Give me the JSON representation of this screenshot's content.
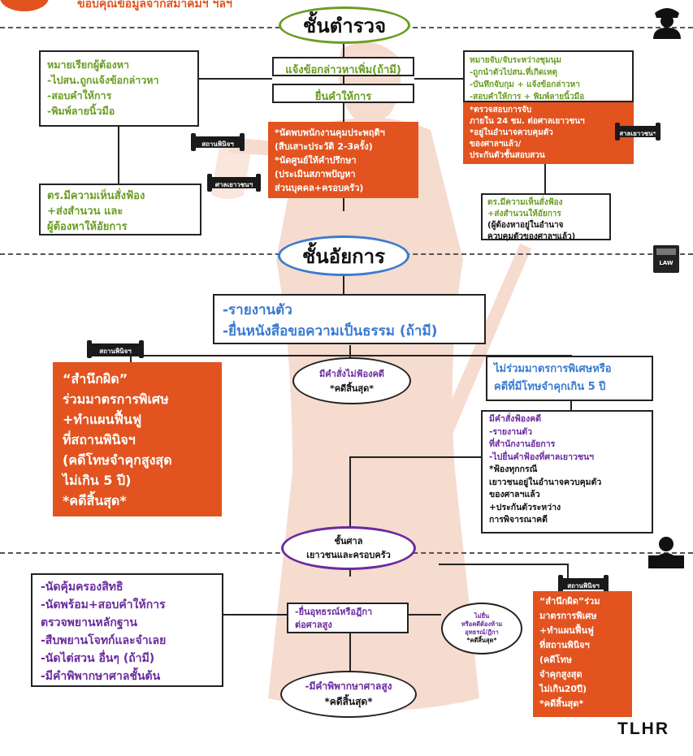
{
  "header": {
    "partial_text": "ขอบคุณข้อมูลจากสมาคมฯ ฯลฯ"
  },
  "police": {
    "title": "ชั้นตำรวจ",
    "summons_box": "หมายเรียกผู้ต้องหา\n-ไปสน.ถูกแจ้งข้อกล่าวหา\n-สอบคำให้การ\n-พิมพ์ลายนิ้วมือ",
    "notify_box": "แจ้งข้อกล่าวหาเพิ่ม(ถ้ามี)",
    "statement_box": "ยื่นคำให้การ",
    "arrest_box": "หมายจับ/จับระหว่างชุมนุม\n-ถูกนำตัวไปสน.ที่เกิดเหตุ\n-บันทึกจับกุม + แจ้งข้อกล่าวหา\n-สอบคำให้การ + พิมพ์ลายนิ้วมือ",
    "arrest_orange": "*ตรวจสอบการจับ\nภายใน 24 ชม. ต่อศาลเยาวชนฯ\n*อยู่ในอำนาจควบคุมตัว\nของศาลฯแล้ว/\nประกันตัวชั้นสอบสวน",
    "probation_orange": "*นัดพบพนักงานคุมประพฤติฯ\n(สืบเสาะประวัติ 2-3ครั้ง)\n*นัดศูนย์ให้คำปรึกษา\n(ประเมินสภาพปัญหา\nส่วนบุคคล+ครอบครัว)",
    "sendcase_left": "ตร.มีความเห็นสั่งฟ้อง\n+ส่งสำนวน และ\nผู้ต้องหาให้อัยการ",
    "sendcase_right_green": "ตร.มีความเห็นสั่งฟ้อง\n+ส่งสำนวนให้อัยการ",
    "sendcase_right_black": "(ผู้ต้องหาอยู่ในอำนาจ\nควบคุมตัวของศาลฯแล้ว)",
    "tag_station": "สถานพินิจฯ",
    "tag_court": "ศาลเยาวชนฯ",
    "tag_court2": "ศาลเยาวชนฯ"
  },
  "prosecutor": {
    "title": "ชั้นอัยการ",
    "report_box": "-รายงานตัว\n-ยื่นหนังสือขอความเป็นธรรม (ถ้ามี)",
    "tag_station": "สถานพินิจฯ",
    "special_orange": "“สำนึกผิด”\nร่วมมาตรการพิเศษ\n+ทำแผนฟื้นฟู\nที่สถานพินิจฯ\n(คดีโทษจำคุกสูงสุด\nไม่เกิน 5 ปี)\n*คดีสิ้นสุด*",
    "no_prosecute_line1": "มีคำสั่งไม่ฟ้องคดี",
    "no_prosecute_line2": "*คดีสิ้นสุด*",
    "not_join_box": "ไม่ร่วมมาตรการพิเศษหรือ\nคดีที่มีโทษจำคุกเกิน 5 ปี",
    "prosecute_purple": "มีคำสั่งฟ้องคดี\n-รายงานตัว\nที่สำนักงานอัยการ\n-ไปยื่นคำฟ้องที่ศาลเยาวชนฯ",
    "prosecute_black": "*ฟ้องทุกกรณี\nเยาวชนอยู่ในอำนาจควบคุมตัว\nของศาลฯแล้ว\n+ประกันตัวระหว่าง\nการพิจารณาคดี"
  },
  "court": {
    "title": "ชั้นศาล\nเยาวชนและครอบครัว",
    "left_box": "-นัดคุ้มครองสิทธิ\n-นัดพร้อม+สอบคำให้การ\nตรวจพยานหลักฐาน\n-สืบพยานโจทก์และจำเลย\n-นัดไต่สวน อื่นๆ (ถ้ามี)\n-มีคำพิพากษาศาลชั้นต้น",
    "appeal_box": "-ยื่นอุทธรณ์หรือฎีกา\nต่อศาลสูง",
    "no_appeal_purple": "ไม่ยื่น\nหรือคดีต้องห้าม\nอุทธรณ์/ฎีกา",
    "no_appeal_black": "*คดีสิ้นสุด*",
    "high_court_line1": "-มีคำพิพากษาศาลสูง",
    "high_court_line2": "*คดีสิ้นสุด*",
    "tag_station": "สถานพินิจฯ",
    "special_orange": "“สำนึกผิด”ร่วม\nมาตรการพิเศษ\n+ทำแผนฟื้นฟู\nที่สถานพินิจฯ\n(คดีโทษ\nจำคุกสูงสุด\nไม่เกิน20ปี)\n*คดีสิ้นสุด*"
  },
  "logo": {
    "text": "TLHR"
  },
  "icons": {
    "police": "police-officer-icon",
    "law_book": "law-book-icon",
    "judge": "judge-icon",
    "statue": "lady-justice-icon"
  },
  "colors": {
    "orange": "#e2531f",
    "green": "#6a9d23",
    "blue": "#3b7bd0",
    "purple": "#6a2b9f"
  }
}
